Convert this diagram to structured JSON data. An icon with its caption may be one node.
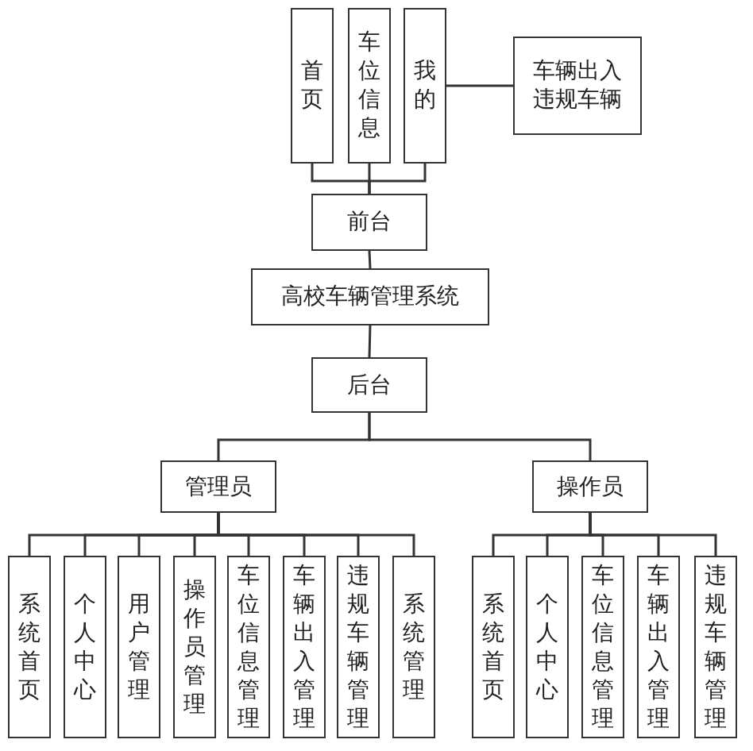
{
  "diagram": {
    "nodes": [
      {
        "text": [
          "首页"
        ]
      },
      {
        "text": [
          "车位信息"
        ]
      },
      {
        "text": [
          "我的"
        ]
      },
      {
        "text": [
          "车辆出入违规车辆"
        ]
      },
      {
        "text": [
          "前台"
        ]
      },
      {
        "text": [
          "高校车辆管理系统"
        ]
      },
      {
        "text": [
          "后台"
        ]
      },
      {
        "text": [
          "管理员"
        ]
      },
      {
        "text": [
          "操作员"
        ]
      },
      {
        "text": [
          "系统首页"
        ]
      },
      {
        "text": [
          "个人中心"
        ]
      },
      {
        "text": [
          "用户管理"
        ]
      },
      {
        "text": [
          "操作员管理"
        ]
      },
      {
        "text": [
          "车位信息管理"
        ]
      },
      {
        "text": [
          "车辆出入管理"
        ]
      },
      {
        "text": [
          "违规车辆管理"
        ]
      },
      {
        "text": [
          "系统管理"
        ]
      },
      {
        "text": [
          "系统首页"
        ]
      },
      {
        "text": [
          "个人中心"
        ]
      },
      {
        "text": [
          "车位信息管理"
        ]
      },
      {
        "text": [
          "车辆出入管理"
        ]
      },
      {
        "text": [
          "违规车辆管理"
        ]
      }
    ],
    "edges": [
      {
        "from": 4,
        "to": 0,
        "arrow": "none"
      },
      {
        "from": 4,
        "to": 1,
        "arrow": "none"
      },
      {
        "from": 4,
        "to": 2,
        "arrow": "none"
      },
      {
        "from": 2,
        "to": 3,
        "arrow": "none"
      },
      {
        "from": 4,
        "to": 5,
        "arrow": "none"
      },
      {
        "from": 5,
        "to": 6,
        "arrow": "none"
      },
      {
        "from": 6,
        "to": 7,
        "arrow": "none"
      },
      {
        "from": 6,
        "to": 8,
        "arrow": "none"
      },
      {
        "from": 7,
        "to": 9,
        "arrow": "none"
      },
      {
        "from": 7,
        "to": 10,
        "arrow": "none"
      },
      {
        "from": 7,
        "to": 11,
        "arrow": "none"
      },
      {
        "from": 7,
        "to": 12,
        "arrow": "none"
      },
      {
        "from": 7,
        "to": 13,
        "arrow": "none"
      },
      {
        "from": 7,
        "to": 14,
        "arrow": "none"
      },
      {
        "from": 7,
        "to": 15,
        "arrow": "none"
      },
      {
        "from": 7,
        "to": 16,
        "arrow": "none"
      },
      {
        "from": 8,
        "to": 17,
        "arrow": "none"
      },
      {
        "from": 8,
        "to": 18,
        "arrow": "none"
      },
      {
        "from": 8,
        "to": 19,
        "arrow": "none"
      },
      {
        "from": 8,
        "to": 20,
        "arrow": "none"
      },
      {
        "from": 8,
        "to": 21,
        "arrow": "none"
      }
    ]
  }
}
